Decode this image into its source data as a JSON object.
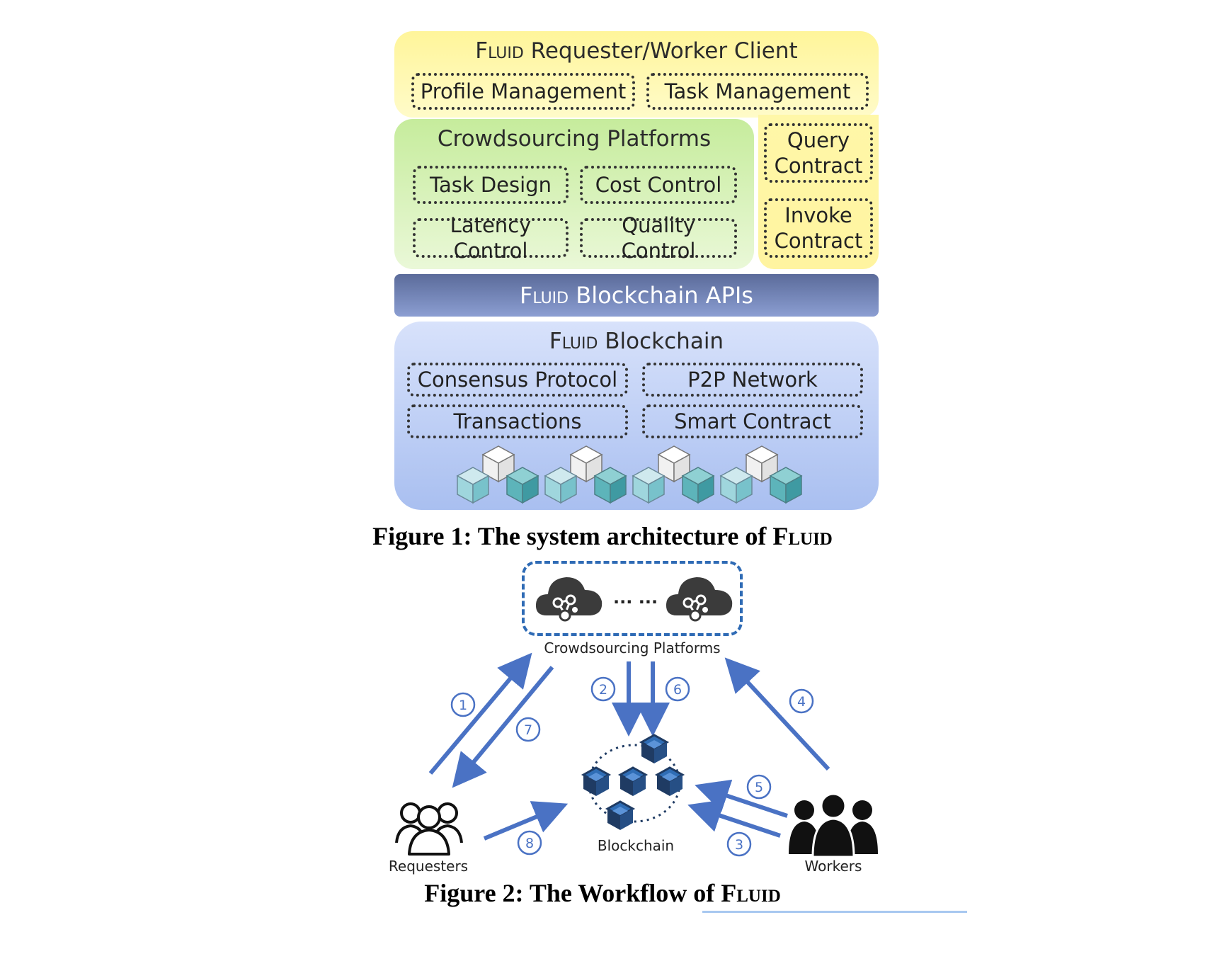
{
  "figure1": {
    "client": {
      "title_sc": "Fluid",
      "title_rest": " Requester/Worker Client",
      "profile": "Profile Management",
      "task": "Task Management"
    },
    "platforms": {
      "title": "Crowdsourcing Platforms",
      "task_design": "Task Design",
      "cost_control": "Cost Control",
      "latency_control": "Latency Control",
      "quality_control": "Quality Control"
    },
    "query_contract": "Query Contract",
    "invoke_contract": "Invoke Contract",
    "apis": {
      "sc": "Fluid",
      "rest": " Blockchain APIs"
    },
    "blockchain": {
      "title_sc": "Fluid",
      "title_rest": " Blockchain",
      "consensus": "Consensus Protocol",
      "p2p": "P2P Network",
      "transactions": "Transactions",
      "smart_contract": "Smart Contract"
    },
    "caption_prefix": "Figure 1: The system architecture of ",
    "caption_sc": "Fluid"
  },
  "figure2": {
    "platforms_label": "Crowdsourcing Platforms",
    "ellipsis": "... ...",
    "blockchain_label": "Blockchain",
    "requesters_label": "Requesters",
    "workers_label": "Workers",
    "steps": [
      "1",
      "2",
      "3",
      "4",
      "5",
      "6",
      "7",
      "8"
    ],
    "caption_prefix": "Figure 2: The Workflow of ",
    "caption_sc": "Fluid"
  },
  "colors": {
    "arrow": "#4a72c4",
    "dark_icon": "#3b3b3b",
    "cube_dark": "#1f3b63",
    "cube_light": "#2f6db5"
  }
}
